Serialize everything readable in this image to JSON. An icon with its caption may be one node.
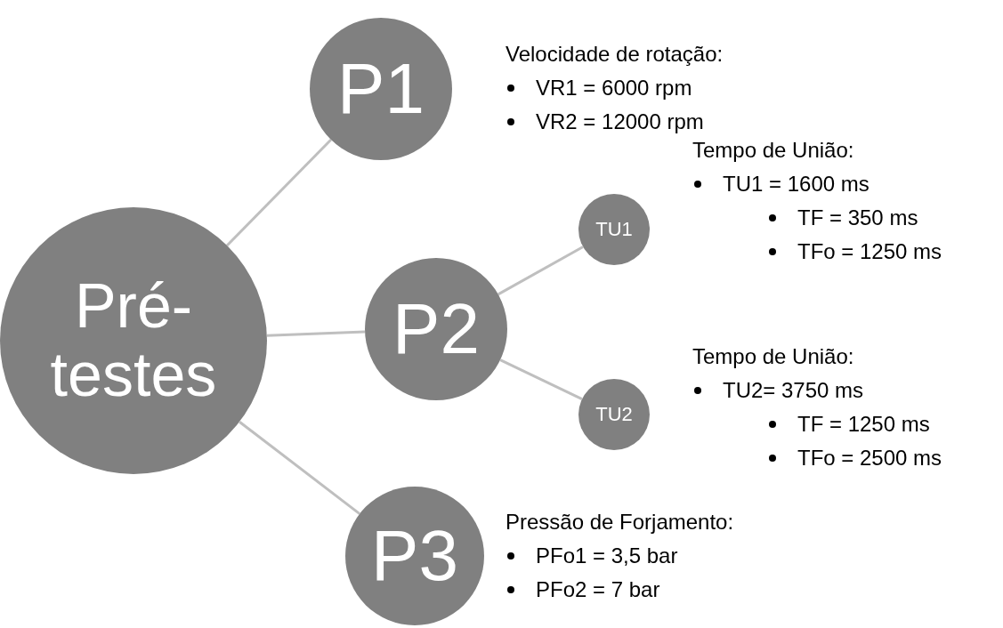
{
  "diagram": {
    "nodes": [
      {
        "text": [
          "Pré- testes"
        ]
      },
      {
        "text": [
          "P1"
        ],
        "beside": [
          "Velocidade de rotação:",
          "VR1 = 6000 rpm",
          "VR2 = 12000 rpm"
        ]
      },
      {
        "text": [
          "P2"
        ]
      },
      {
        "text": [
          "TU1"
        ],
        "beside": [
          "Tempo de União:",
          "TU1 = 1600 ms",
          "TF = 350 ms",
          "TFo = 1250 ms"
        ]
      },
      {
        "text": [
          "TU2"
        ],
        "beside": [
          "Tempo de União:",
          "TU2= 3750 ms",
          "TF = 1250 ms",
          "TFo = 2500 ms"
        ]
      },
      {
        "text": [
          "P3"
        ],
        "beside": [
          "Pressão de Forjamento:",
          "PFo1 = 3,5 bar",
          "PFo2 = 7 bar"
        ]
      }
    ],
    "edges": [
      {
        "from": 0,
        "to": 1,
        "arrow": "none"
      },
      {
        "from": 0,
        "to": 2,
        "arrow": "none"
      },
      {
        "from": 0,
        "to": 5,
        "arrow": "none"
      },
      {
        "from": 2,
        "to": 3,
        "arrow": "none"
      },
      {
        "from": 2,
        "to": 4,
        "arrow": "none"
      }
    ]
  }
}
